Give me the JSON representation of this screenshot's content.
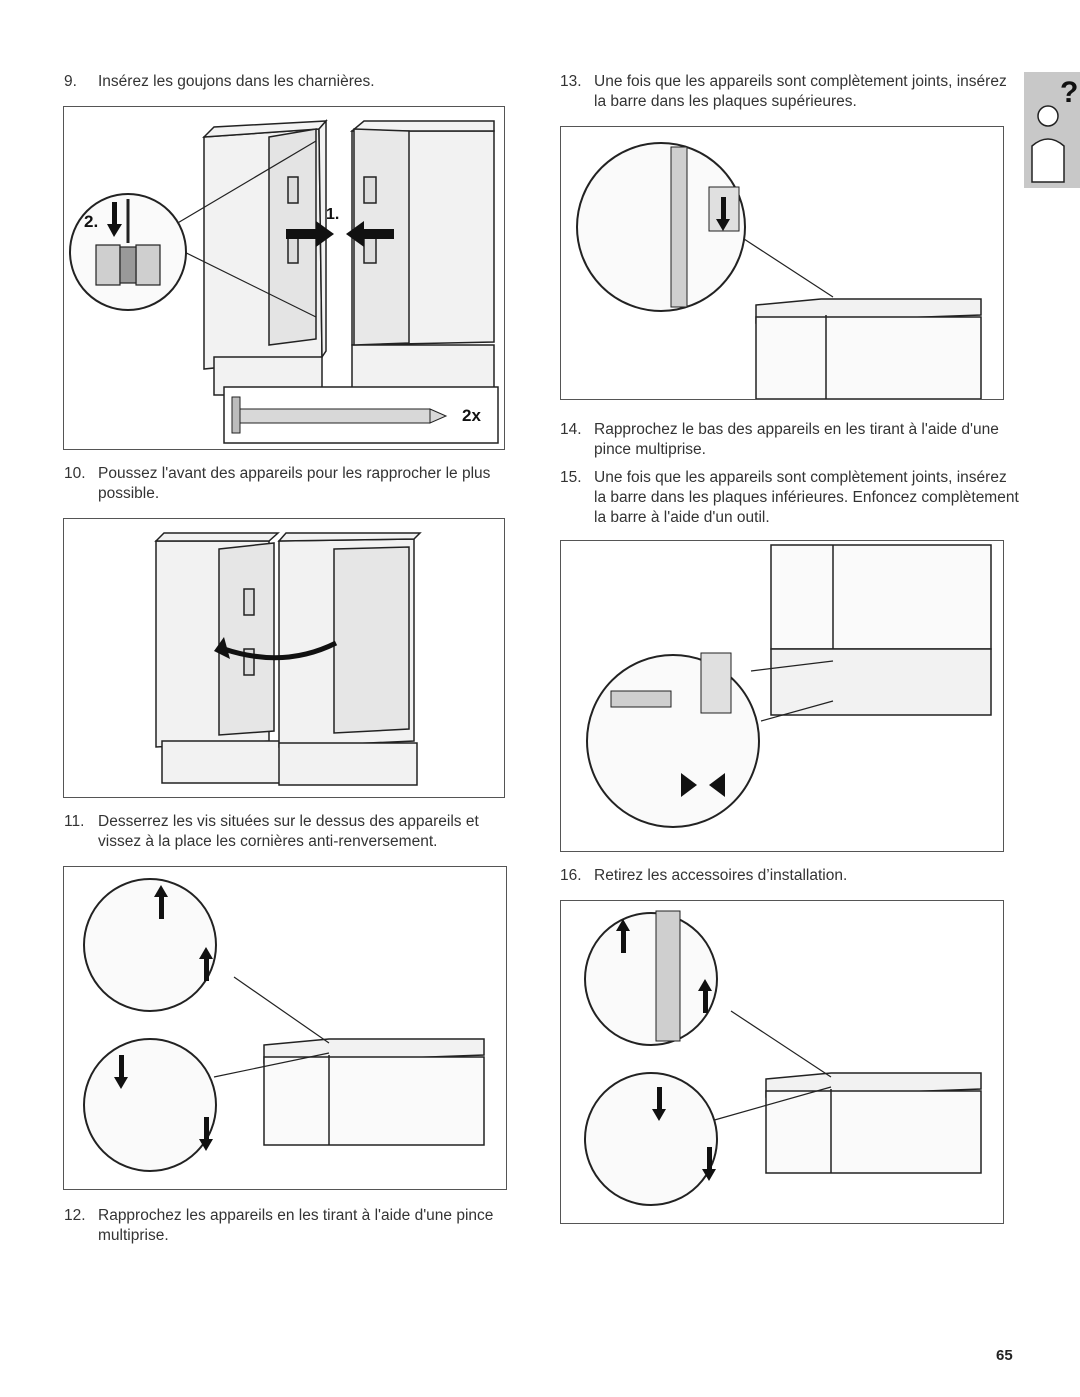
{
  "steps": {
    "s9": {
      "num": "9.",
      "text": "Insérez les goujons dans les charnières."
    },
    "s10": {
      "num": "10.",
      "text": "Poussez l'avant des appareils pour les rapprocher le plus possible."
    },
    "s11": {
      "num": "11.",
      "text": "Desserrez les vis situées sur le dessus des appareils et vissez à la place les cornières anti-renversement."
    },
    "s12": {
      "num": "12.",
      "text": "Rapprochez les appareils en les tirant à l'aide d'une pince multiprise."
    },
    "s13": {
      "num": "13.",
      "text": "Une fois que les appareils sont complètement joints, insérez la barre dans les plaques supérieures."
    },
    "s14": {
      "num": "14.",
      "text": "Rapprochez le bas des appareils en les tirant à l'aide d'une pince multiprise."
    },
    "s15": {
      "num": "15.",
      "text": "Une fois que les appareils sont complètement joints, insérez la barre dans les plaques inférieures. Enfoncez complètement la barre à l'aide d'un outil."
    },
    "s16": {
      "num": "16.",
      "text": "Retirez les accessoires d’installation."
    }
  },
  "figure_labels": {
    "step_two": "2.",
    "step_one": "1.",
    "count": "2x"
  },
  "help_icon": {
    "symbol": "?",
    "icon": "help-question-icon"
  },
  "page_number": "65",
  "colors": {
    "frame": "#555555",
    "line": "#222222",
    "fill": "#f2f2f2",
    "shade": "#bdbdbd",
    "help_bg": "#c8c8c8"
  }
}
